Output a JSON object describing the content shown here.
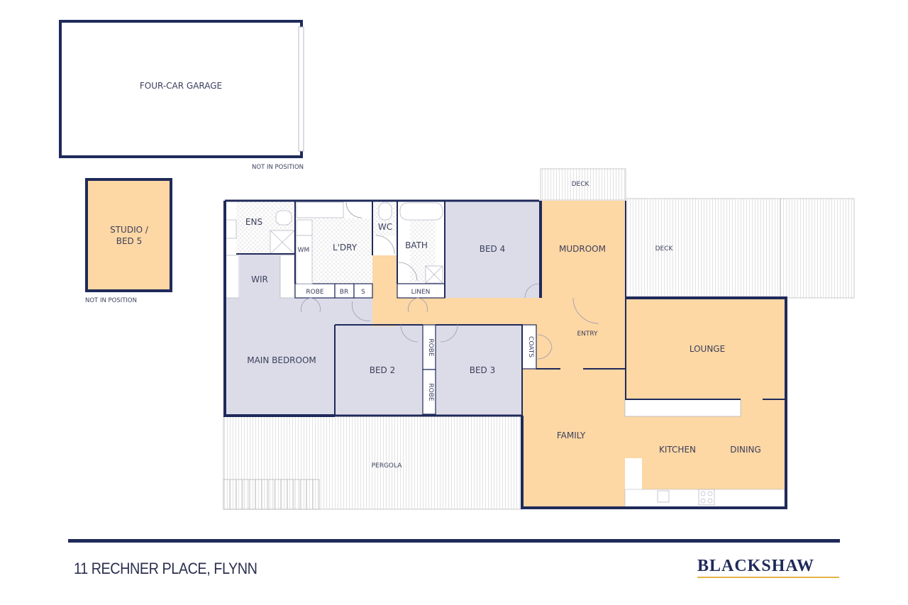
{
  "colors": {
    "wall": "#1f2a5a",
    "bedroom_fill": "#dcdce8",
    "living_fill": "#fdd7a4",
    "wet_area_fill": "#ffffff",
    "deck_line": "#c9c9c9",
    "brand_underline": "#e6b34a"
  },
  "outbuildings": {
    "garage": {
      "label": "FOUR-CAR GARAGE",
      "note": "NOT IN POSITION"
    },
    "studio": {
      "label_line1": "STUDIO /",
      "label_line2": "BED 5",
      "note": "NOT IN POSITION"
    }
  },
  "rooms": {
    "ens": "ENS",
    "wm": "WM",
    "laundry": "L'DRY",
    "wc": "WC",
    "bath": "BATH",
    "bed4": "BED 4",
    "mudroom": "MUDROOM",
    "deck_top": "DECK",
    "deck_right": "DECK",
    "wir": "WIR",
    "robe": "ROBE",
    "br": "BR",
    "s": "S",
    "linen": "LINEN",
    "entry": "ENTRY",
    "coats": "COATS",
    "main_bedroom": "MAIN BEDROOM",
    "bed2": "BED 2",
    "robe_a": "ROBE",
    "robe_b": "ROBE",
    "bed3": "BED 3",
    "lounge": "LOUNGE",
    "family": "FAMILY",
    "kitchen": "KITCHEN",
    "dining": "DINING",
    "pergola": "PERGOLA"
  },
  "footer": {
    "address": "11 RECHNER PLACE, FLYNN",
    "brand": "BLACKSHAW"
  }
}
